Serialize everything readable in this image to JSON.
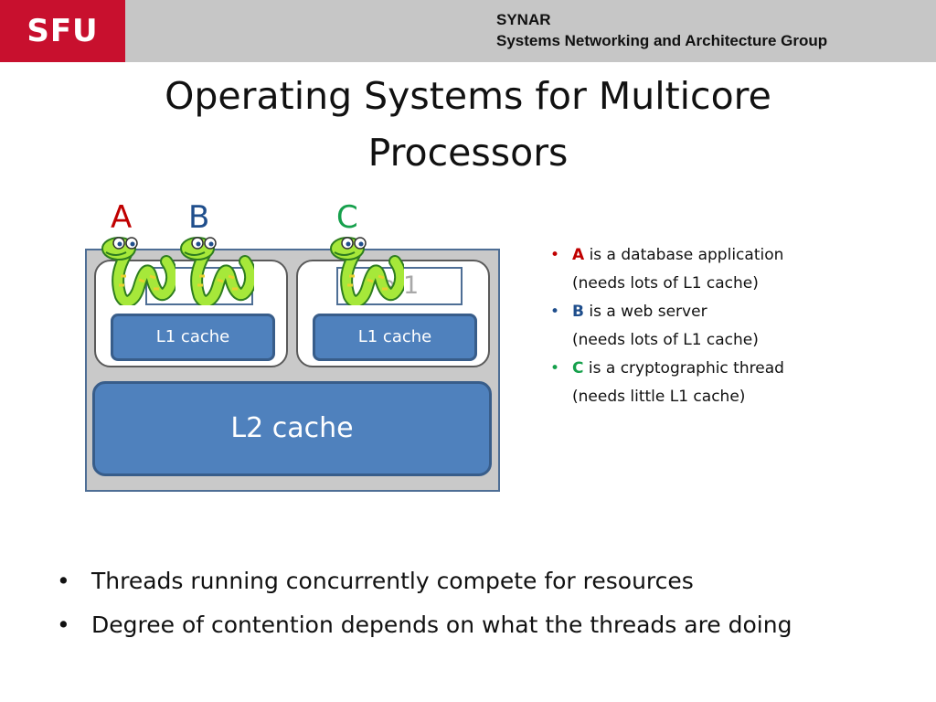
{
  "header": {
    "logo": "SFU",
    "group_name": "SYNAR",
    "group_full": "Systems Networking and Architecture Group",
    "logo_color": "#c8102e",
    "bar_color": "#c6c6c6"
  },
  "slide": {
    "title_line1": "Operating Systems for Multicore",
    "title_line2": "Processors"
  },
  "diagram": {
    "threads": [
      {
        "label": "A",
        "color": "#c00000"
      },
      {
        "label": "B",
        "color": "#1f4e8c"
      },
      {
        "label": "C",
        "color": "#16a04c"
      }
    ],
    "cores": [
      {
        "label_fragment": "1",
        "l1_label": "L1 cache"
      },
      {
        "label_fragment": "e 1",
        "l1_label": "L1 cache"
      }
    ],
    "l2_label": "L2 cache",
    "snake_icon": "snake-mascot-icon"
  },
  "legend": [
    {
      "key": "A",
      "text": "is a database application",
      "note": "(needs lots of L1 cache)",
      "color": "#c00000",
      "bullet_color": "#c00000"
    },
    {
      "key": "B",
      "text": "is a web server",
      "note": "(needs lots of L1 cache)",
      "color": "#1f4e8c",
      "bullet_color": "#1f4e8c"
    },
    {
      "key": "C",
      "text": "is a cryptographic thread",
      "note": "(needs little L1 cache)",
      "color": "#16a04c",
      "bullet_color": "#16a04c"
    }
  ],
  "bullet_char": "•",
  "bullets": [
    "Threads running concurrently compete for resources",
    "Degree of contention depends on what the threads are doing"
  ]
}
